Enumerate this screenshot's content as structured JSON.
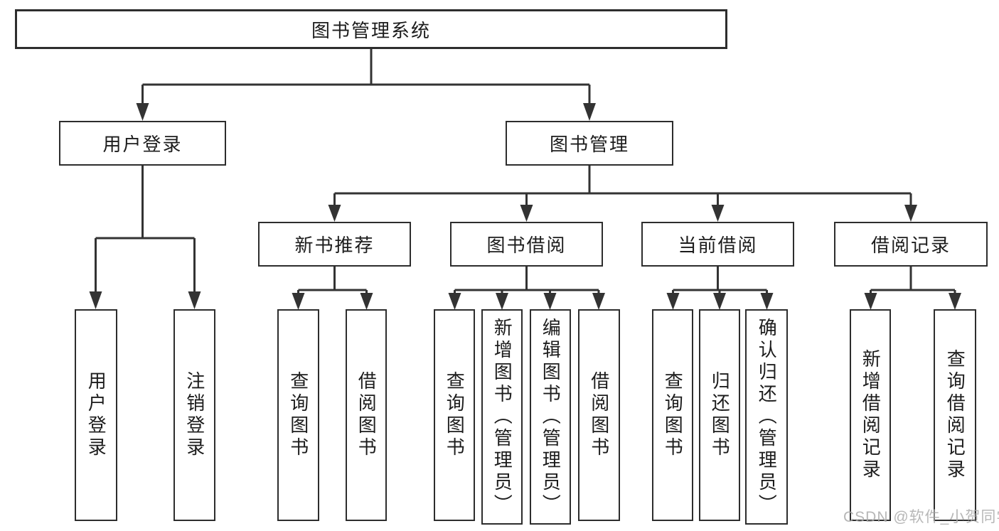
{
  "tree": {
    "label": "图书管理系统",
    "children": [
      {
        "label": "用户登录",
        "children": [
          {
            "label": "用户登录"
          },
          {
            "label": "注销登录"
          }
        ]
      },
      {
        "label": "图书管理",
        "children": [
          {
            "label": "新书推荐",
            "children": [
              {
                "label": "查询图书"
              },
              {
                "label": "借阅图书"
              }
            ]
          },
          {
            "label": "图书借阅",
            "children": [
              {
                "label": "查询图书"
              },
              {
                "label": "新增图书（管理员）"
              },
              {
                "label": "编辑图书（管理员）"
              },
              {
                "label": "借阅图书"
              }
            ]
          },
          {
            "label": "当前借阅",
            "children": [
              {
                "label": "查询图书"
              },
              {
                "label": "归还图书"
              },
              {
                "label": "确认归还（管理员）"
              }
            ]
          },
          {
            "label": "借阅记录",
            "children": [
              {
                "label": "新增借阅记录"
              },
              {
                "label": "查询借阅记录"
              }
            ]
          }
        ]
      }
    ]
  },
  "watermark": {
    "text": "CSDN @软件_小贺同学"
  },
  "colors": {
    "line": "#333333",
    "box_border": "#2d2d2d",
    "text": "#1c1c1c",
    "watermark": "#aaaaaa",
    "background": "#ffffff"
  }
}
